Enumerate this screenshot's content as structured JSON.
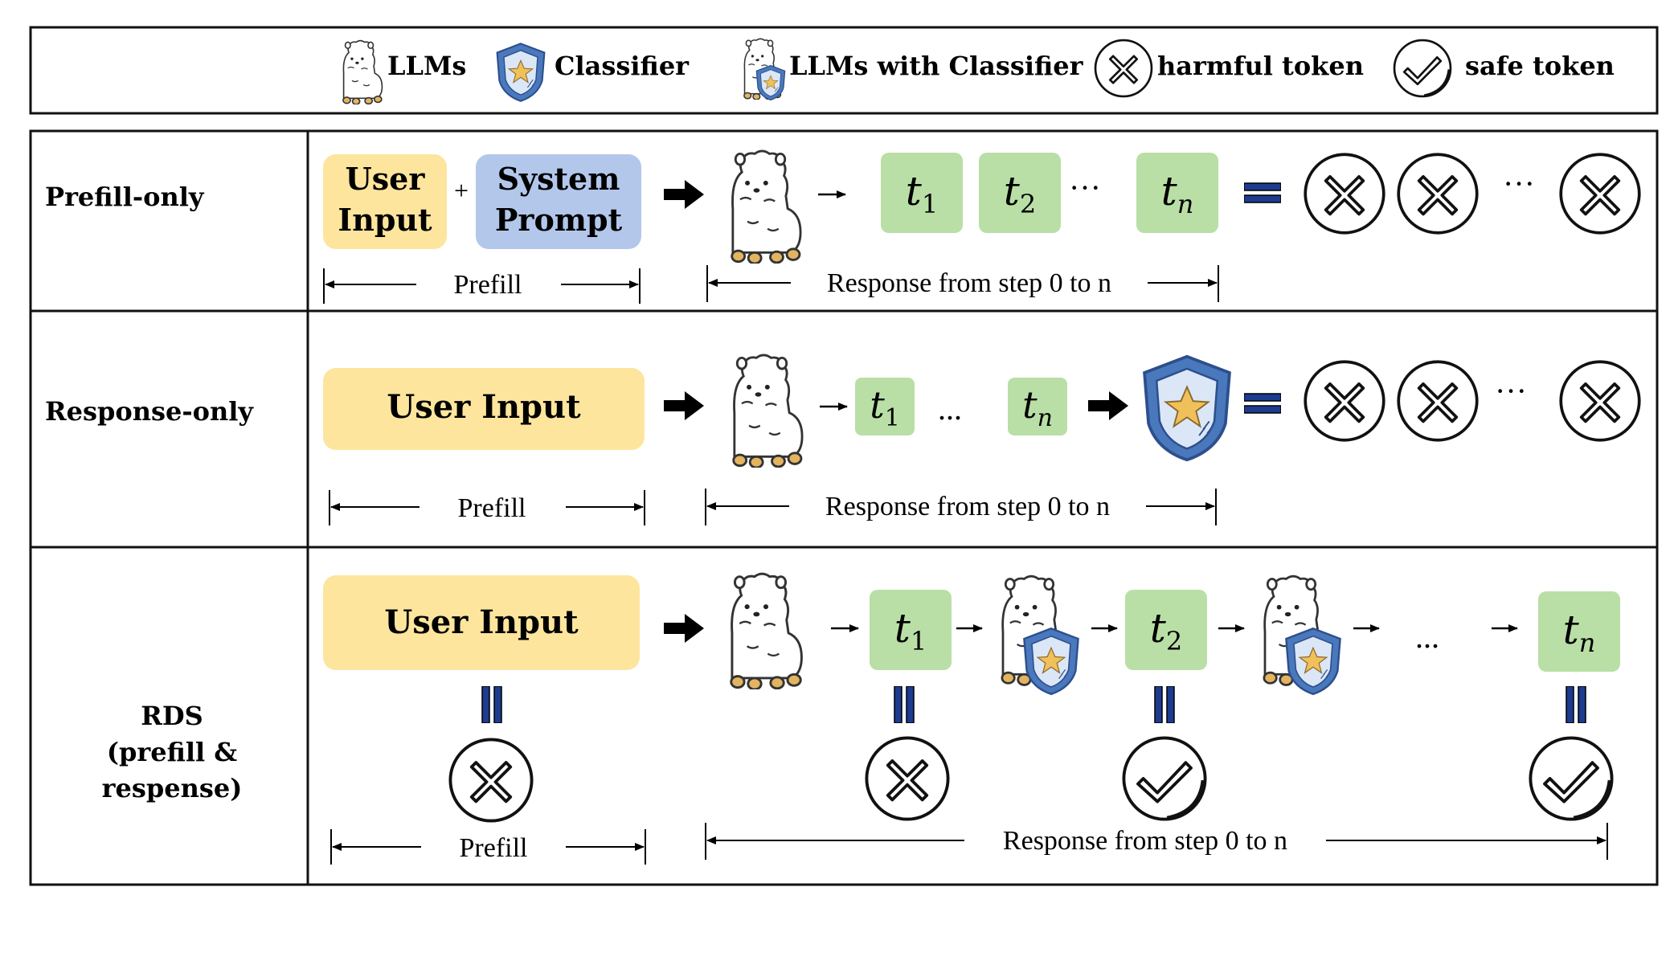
{
  "colors": {
    "user_input": "#fde59e",
    "system_prompt": "#b3c7eb",
    "token": "#b9dfa6",
    "border": "#111111",
    "shield": "#4a78bd",
    "shield_inner": "#dbe6f7",
    "star": "#f0c05a",
    "equals": "#1d3b8f"
  },
  "legend": {
    "llm_label": "LLMs",
    "classifier_label": "Classifier",
    "llm_classifier_label": "LLMs with Classifier",
    "harmful_label": "harmful token",
    "safe_label": "safe token"
  },
  "rows": [
    {
      "label": "Prefill-only",
      "user_input": "User Input",
      "user_input_l1": "User",
      "user_input_l2": "Input",
      "plus": "+",
      "system_prompt_l1": "System",
      "system_prompt_l2": "Prompt",
      "tokens": [
        "t",
        "t",
        "t"
      ],
      "token_subs": [
        "1",
        "2",
        "n"
      ],
      "ellipsis": "···",
      "prefill_label": "Prefill",
      "response_label": "Response from step 0 to n"
    },
    {
      "label": "Response-only",
      "user_input": "User Input",
      "tokens": [
        "t",
        "t"
      ],
      "token_subs": [
        "1",
        "n"
      ],
      "ellipsis": "...",
      "result_ellipsis": "···",
      "prefill_label": "Prefill",
      "response_label": "Response from step 0 to n"
    },
    {
      "label_l1": "RDS",
      "label_l2": "(prefill &",
      "label_l3": "respense)",
      "user_input": "User Input",
      "tokens": [
        "t",
        "t",
        "t"
      ],
      "token_subs": [
        "1",
        "2",
        "n"
      ],
      "ellipsis": "...",
      "prefill_label": "Prefill",
      "response_label": "Response from step 0 to n"
    }
  ]
}
